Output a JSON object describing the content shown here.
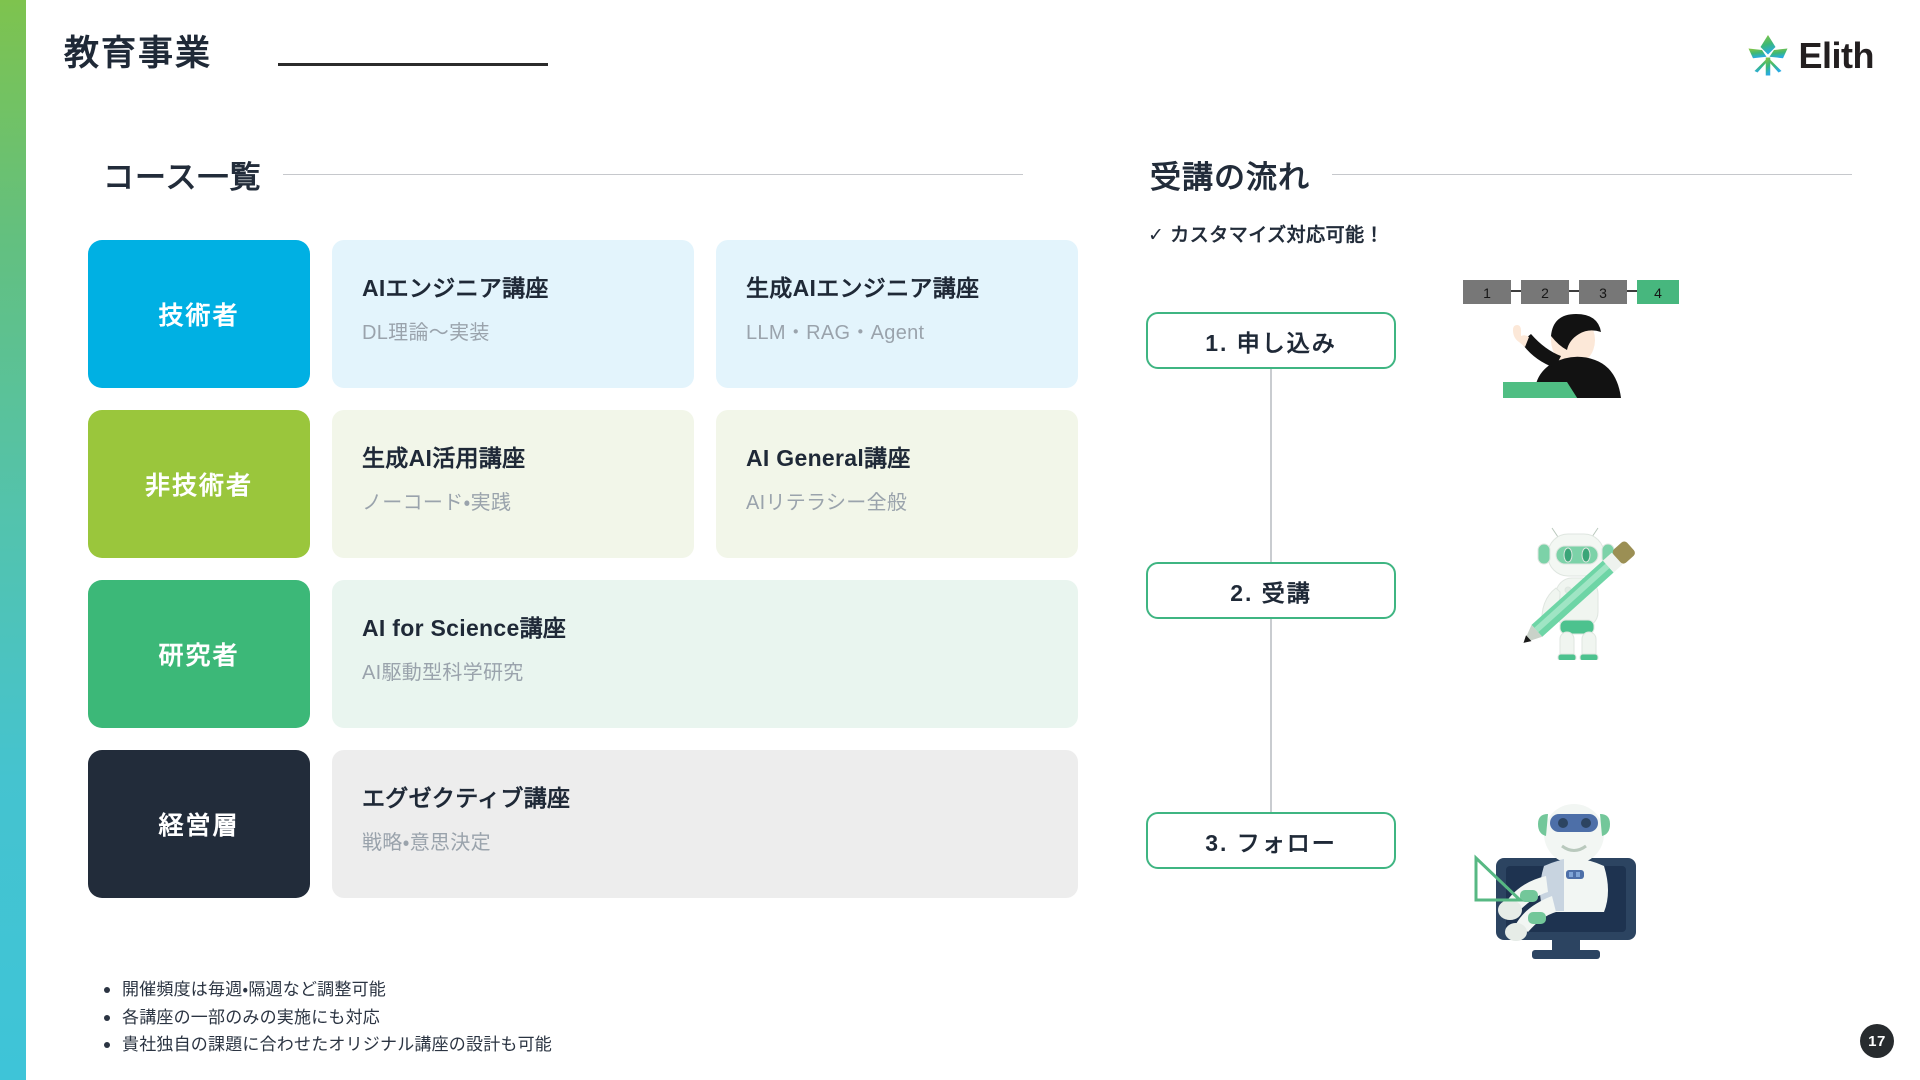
{
  "brand": {
    "logo_text": "Elith",
    "logo_mark": "leaf-star-icon",
    "accent_green": "#7ec34e",
    "accent_cyan": "#3ec4d8"
  },
  "header": {
    "title": "教育事業"
  },
  "sections": {
    "courses_title": "コース一覧",
    "flow_title": "受講の流れ"
  },
  "courses": {
    "rows": [
      {
        "category": "技術者",
        "chip_color": "#00b0e3",
        "card_color": "#e3f4fc",
        "cards": [
          {
            "name": "AIエンジニア講座",
            "sub": "DL理論〜実装"
          },
          {
            "name": "生成AIエンジニア講座",
            "sub": "LLM・RAG・Agent"
          }
        ]
      },
      {
        "category": "非技術者",
        "chip_color": "#9ac63c",
        "card_color": "#f2f6e9",
        "cards": [
          {
            "name": "生成AI活用講座",
            "sub": "ノーコード・実践"
          },
          {
            "name": "AI General講座",
            "sub": "AIリテラシー全般"
          }
        ]
      },
      {
        "category": "研究者",
        "chip_color": "#3cb878",
        "card_color": "#e9f5ef",
        "cards": [
          {
            "name": "AI for Science講座",
            "sub": "AI駆動型科学研究"
          }
        ]
      },
      {
        "category": "経営層",
        "chip_color": "#222c3a",
        "card_color": "#ededed",
        "cards": [
          {
            "name": "エグゼクティブ講座",
            "sub": "戦略・意思決定"
          }
        ]
      }
    ]
  },
  "notes": [
    "開催頻度は毎週・隔週など調整可能",
    "各講座の一部のみの実施にも対応",
    "貴社独自の課題に合わせたオリジナル講座の設計も可能"
  ],
  "flow": {
    "customizable_note": "✓ カスタマイズ対応可能！",
    "steps": [
      {
        "label": "1. 申し込み"
      },
      {
        "label": "2. 受講"
      },
      {
        "label": "3. フォロー"
      }
    ],
    "illustrations": [
      {
        "name": "person-pointing-steps-illustration",
        "steps": [
          "1",
          "2",
          "3",
          "4"
        ],
        "active_step": "4"
      },
      {
        "name": "robot-with-pencil-illustration"
      },
      {
        "name": "robot-in-monitor-illustration"
      }
    ]
  },
  "footer": {
    "page_number": "17"
  }
}
